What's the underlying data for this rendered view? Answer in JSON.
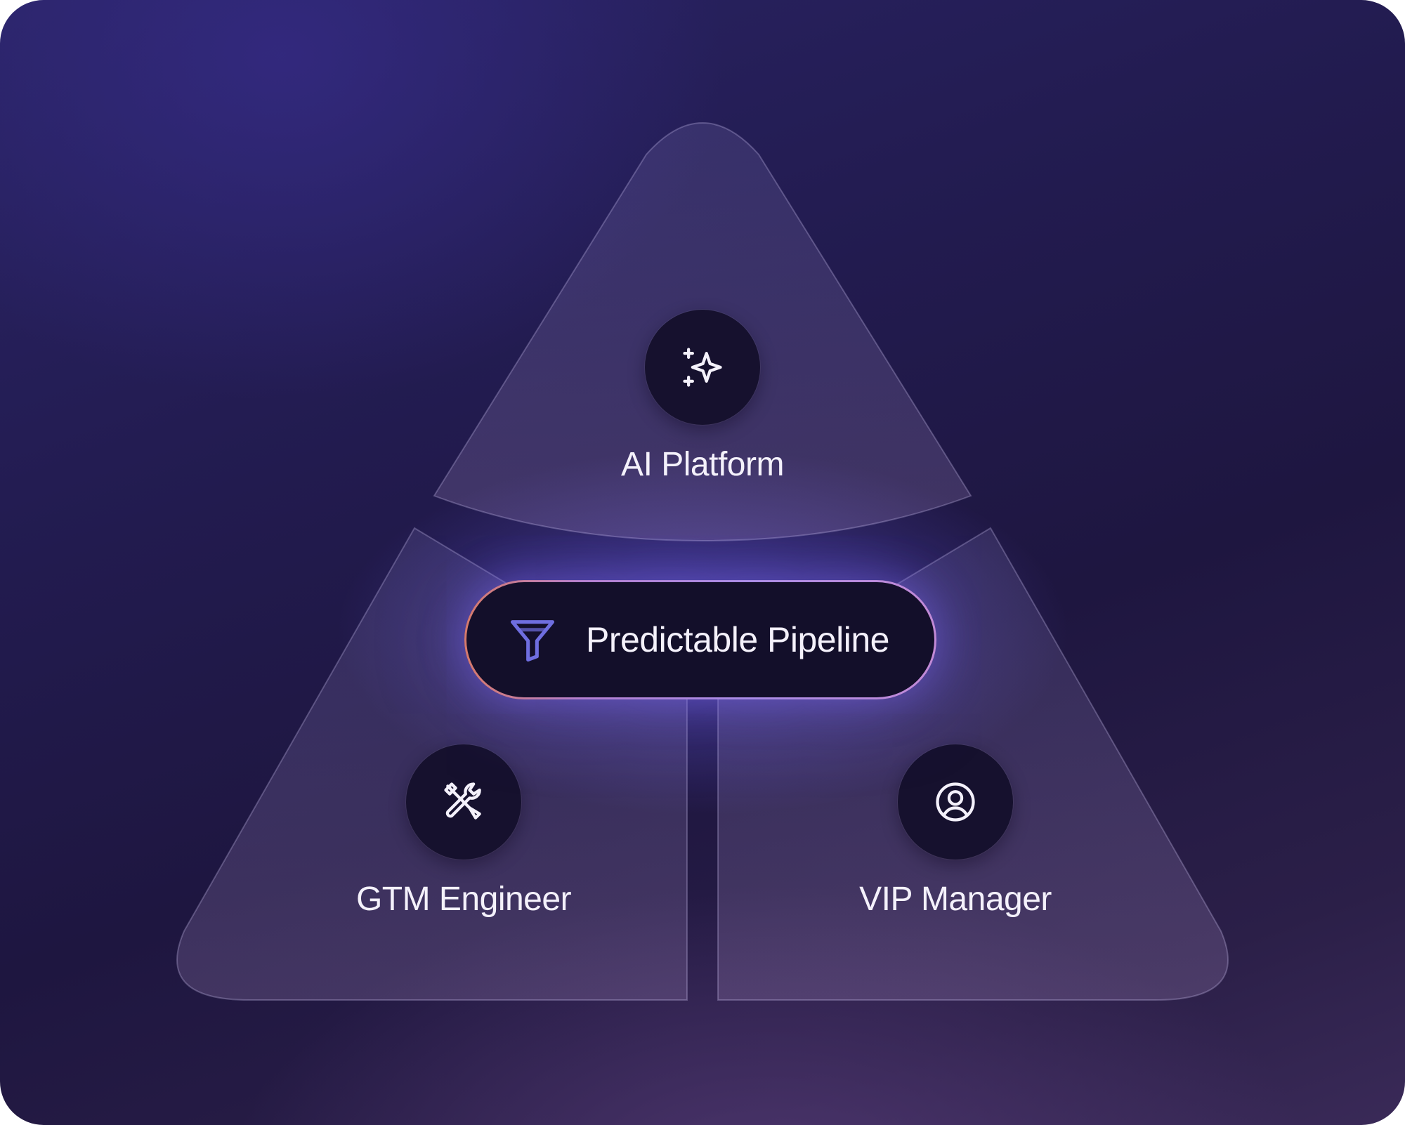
{
  "diagram": {
    "center": {
      "label": "Predictable Pipeline",
      "icon": "funnel-icon"
    },
    "panels": [
      {
        "id": "top",
        "label": "AI Platform",
        "icon": "sparkles-icon"
      },
      {
        "id": "bottom-left",
        "label": "GTM Engineer",
        "icon": "tools-icon"
      },
      {
        "id": "bottom-right",
        "label": "VIP Manager",
        "icon": "user-circle-icon"
      }
    ]
  },
  "colors": {
    "background_top": "#2a2466",
    "background_bottom": "#3a2a58",
    "panel_fill": "rgba(150,140,200,0.16)",
    "icon_circle": "#16112e",
    "pill_border_start": "#d77a6a",
    "pill_border_end": "#a98be6",
    "funnel_icon": "#6f6ee0",
    "text": "#f4f1fb"
  }
}
